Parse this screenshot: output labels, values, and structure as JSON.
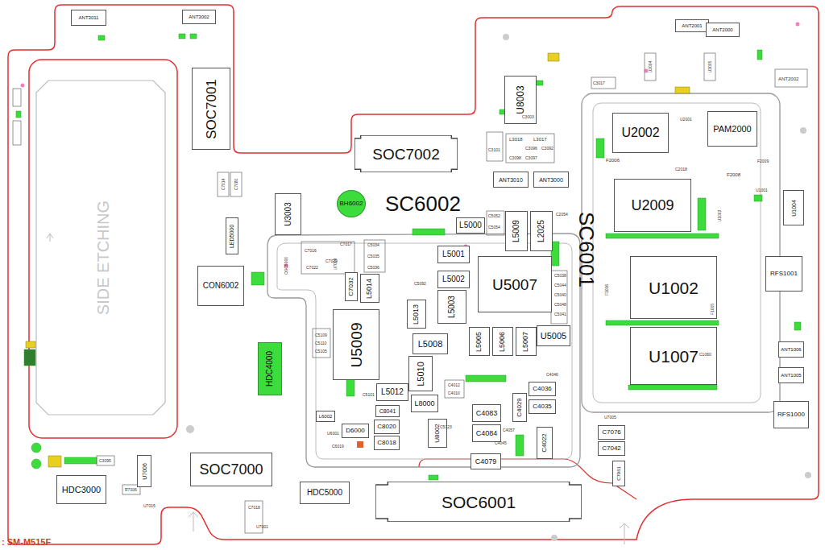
{
  "diagram": {
    "nodes": [
      {
        "text": [
          "ANT3011"
        ]
      },
      {
        "text": [
          "ANT3002"
        ]
      },
      {
        "text": [
          "SOC7001"
        ]
      },
      {
        "text": [
          "SOC7002"
        ]
      },
      {
        "text": [
          "SOC7000"
        ]
      },
      {
        "text": [
          "SOC6001"
        ]
      },
      {
        "text": [
          "HDC3000"
        ]
      },
      {
        "text": [
          "HDC5000"
        ]
      },
      {
        "text": [
          "HDC4000"
        ]
      },
      {
        "text": [
          "CON6002"
        ]
      },
      {
        "text": [
          "U3003"
        ]
      },
      {
        "text": [
          "LED5000"
        ]
      },
      {
        "text": [
          "BH6002"
        ]
      },
      {
        "text": [
          "U5009"
        ]
      },
      {
        "text": [
          "U5007"
        ]
      },
      {
        "text": [
          "U5005"
        ]
      },
      {
        "text": [
          "U8003"
        ]
      },
      {
        "text": [
          "U2002"
        ]
      },
      {
        "text": [
          "PAM2000"
        ]
      },
      {
        "text": [
          "U2009"
        ]
      },
      {
        "text": [
          "U1002"
        ]
      },
      {
        "text": [
          "U1007"
        ]
      },
      {
        "text": [
          "RFS1001"
        ]
      },
      {
        "text": [
          "RFS1000"
        ]
      },
      {
        "text": [
          "ANT2001"
        ]
      },
      {
        "text": [
          "ANT2000"
        ]
      },
      {
        "text": [
          "ANT3010"
        ]
      },
      {
        "text": [
          "ANT3000"
        ]
      },
      {
        "text": [
          "U1004"
        ]
      },
      {
        "text": [
          "U7006"
        ]
      },
      {
        "text": [
          "ANT1006"
        ]
      },
      {
        "text": [
          "ANT1005"
        ]
      },
      {
        "text": [
          "L5000"
        ]
      },
      {
        "text": [
          "L5001"
        ]
      },
      {
        "text": [
          "L5002"
        ]
      },
      {
        "text": [
          "L5003"
        ]
      },
      {
        "text": [
          "L5009"
        ]
      },
      {
        "text": [
          "L2025"
        ]
      },
      {
        "text": [
          "L5008"
        ]
      },
      {
        "text": [
          "L5010"
        ]
      },
      {
        "text": [
          "L5012"
        ]
      },
      {
        "text": [
          "L8000"
        ]
      },
      {
        "text": [
          "L5013"
        ]
      },
      {
        "text": [
          "L5014"
        ]
      },
      {
        "text": [
          "L5005"
        ]
      },
      {
        "text": [
          "L5006"
        ]
      },
      {
        "text": [
          "L5007"
        ]
      },
      {
        "text": [
          "C7032"
        ]
      },
      {
        "text": [
          "U8002"
        ]
      },
      {
        "text": [
          "D6000"
        ]
      },
      {
        "text": [
          "C8020"
        ]
      },
      {
        "text": [
          "C8018"
        ]
      },
      {
        "text": [
          "C4083"
        ]
      },
      {
        "text": [
          "C4084"
        ]
      },
      {
        "text": [
          "C4079"
        ]
      },
      {
        "text": [
          "C4036"
        ]
      },
      {
        "text": [
          "C4035"
        ]
      },
      {
        "text": [
          "C4029"
        ]
      },
      {
        "text": [
          "C4022"
        ]
      },
      {
        "text": [
          "C7076"
        ]
      },
      {
        "text": [
          "C7042"
        ]
      },
      {
        "text": [
          "C7061"
        ]
      },
      {
        "text": [
          "C8041"
        ]
      },
      {
        "text": [
          "L6002"
        ]
      }
    ],
    "labels": [
      "SC6002",
      "SC6001",
      "SIDE ETCHING",
      ": SM-M515F",
      "C7014",
      "C7080",
      "C7017",
      "C7029",
      "C7016",
      "C7022",
      "U7009",
      "C5034",
      "C5035",
      "C5036",
      "C5092",
      "C5052",
      "C5054",
      "C2054",
      "C5038",
      "C5044",
      "C5040",
      "C5048",
      "C5041",
      "C5109",
      "C5110",
      "C5105",
      "C5101",
      "C4012",
      "C4010",
      "C4046",
      "C4057",
      "C3095",
      "R7006",
      "U7015",
      "C7018",
      "U7001",
      "L3018",
      "L3017",
      "C3096",
      "C3097",
      "C3092",
      "C3098",
      "C3003",
      "C3017",
      "U2004",
      "U3005",
      "ANT2002",
      "F2008",
      "F2006",
      "C2018",
      "U2001",
      "F1006",
      "F1005",
      "C1060",
      "U7005",
      "C5123",
      "U6001",
      "C6019",
      "C4045",
      "OSC5000",
      "U1003",
      "U1001",
      "F2009",
      "C3101"
    ]
  }
}
